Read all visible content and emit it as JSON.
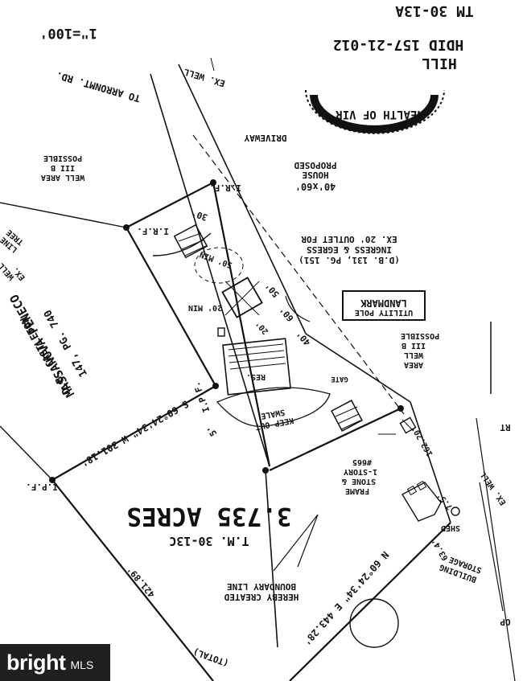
{
  "plat": {
    "scale": "1\"=100'",
    "header_name": "HILL",
    "header_hdid": "HDID 157-21-012",
    "header_tm": "TM 30-13A",
    "seal_text": "WEALTH OF VIR",
    "road_label": "TO ARRONMT. RD.",
    "ex_well_top": "EX. WELL",
    "driveway": "DRIVEWAY",
    "possible_well_left": [
      "POSSIBLE",
      "III B",
      "WELL AREA"
    ],
    "proposed_house": [
      "PROPOSED",
      "HOUSE",
      "40'x60'"
    ],
    "outlet": [
      "EX. 20' OUTLET FOR",
      "INGRESS & EGRESS",
      "(D.B. 131, PG. 151)"
    ],
    "landmark": [
      "LANDMARK",
      "UTILITY POLE"
    ],
    "possible_well_right": [
      "POSSIBLE",
      "III B",
      "WELL",
      "AREA"
    ],
    "ex_well_tree": [
      "EX.",
      "WELL",
      "TREE",
      "LINE"
    ],
    "adjoiner": [
      "MASSANOVA PENECO",
      "D.B. CASTLETON",
      "147, PG. 740"
    ],
    "bearing_left": "S 60°24'34\" W 301.18'",
    "bearing_right": "N 60°24'34\" E 443.28'",
    "left_dist": "421.89'",
    "acreage": "3.735 ACRES",
    "tm_parcel": "T.M. 30-13C",
    "boundary_note": [
      "BOUNDARY LINE",
      "HEREBY CREATED"
    ],
    "swale": [
      "SWALE",
      "KEEP OUT"
    ],
    "house_665": [
      "#665",
      "1-STORY",
      "STONE &",
      "FRAME"
    ],
    "shed": "SHED",
    "storage": [
      "STORAGE",
      "BUILDING"
    ],
    "ex_well_right": "EX. WELL",
    "total_label": "(TOTAL)",
    "irf": "I.R.F.",
    "ipf": "I.P.F.",
    "dims": {
      "d30": "30'",
      "d50": "50'",
      "d50min": "50' MIN",
      "d20min": "20' MIN",
      "d60": "60'",
      "d20": "20'",
      "d40": "40'",
      "d5": "5'",
      "d75": "7.5'",
      "d634": "63.4'",
      "d16220": "162.20'",
      "gate": "GATE",
      "res": "RES.",
      "rt": "RT",
      "op": "OP"
    }
  },
  "watermark": {
    "brand": "bright",
    "suffix": "MLS"
  }
}
